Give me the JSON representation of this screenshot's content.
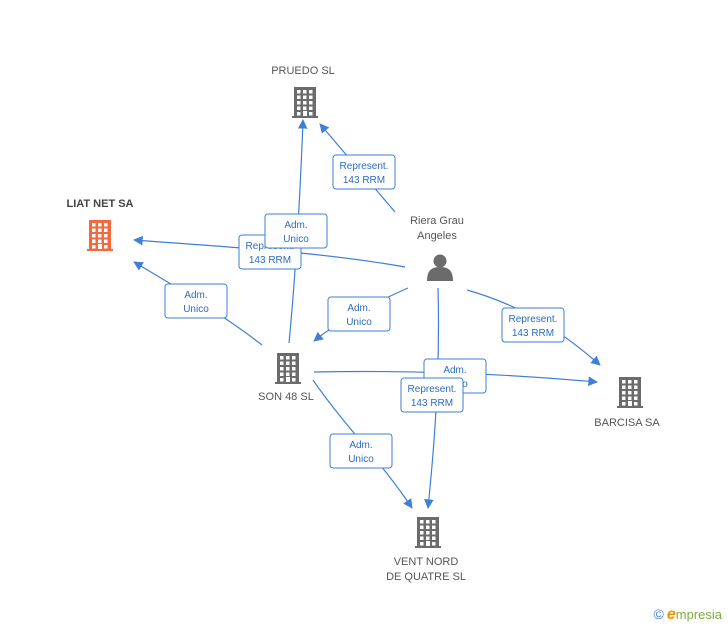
{
  "colors": {
    "edge": "#3f7fd6",
    "building_main": "#f26a3d",
    "building": "#6b6b6b",
    "person": "#6b6b6b"
  },
  "nodes": [
    {
      "id": "liat",
      "type": "building",
      "main": true,
      "label": [
        "LIAT NET SA"
      ]
    },
    {
      "id": "pruedo",
      "type": "building",
      "label": [
        "PRUEDO SL"
      ]
    },
    {
      "id": "riera",
      "type": "person",
      "label": [
        "Riera Grau",
        "Angeles"
      ]
    },
    {
      "id": "son48",
      "type": "building",
      "label": [
        "SON 48 SL"
      ]
    },
    {
      "id": "barcisa",
      "type": "building",
      "label": [
        "BARCISA SA"
      ]
    },
    {
      "id": "vent",
      "type": "building",
      "label": [
        "VENT NORD",
        "DE QUATRE SL"
      ]
    }
  ],
  "edges": [
    {
      "from": "riera",
      "to": "pruedo",
      "label": [
        "Represent.",
        "143 RRM"
      ]
    },
    {
      "from": "riera",
      "to": "liat",
      "label": [
        "Represent.",
        "143 RRM"
      ]
    },
    {
      "from": "son48",
      "to": "pruedo",
      "label": [
        "Adm.",
        "Unico"
      ]
    },
    {
      "from": "son48",
      "to": "liat",
      "label": [
        "Adm.",
        "Unico"
      ]
    },
    {
      "from": "riera",
      "to": "son48",
      "label": [
        "Adm.",
        "Unico"
      ]
    },
    {
      "from": "riera",
      "to": "barcisa",
      "label": [
        "Represent.",
        "143 RRM"
      ]
    },
    {
      "from": "son48",
      "to": "barcisa",
      "label": [
        "Adm.",
        "Unico"
      ]
    },
    {
      "from": "riera",
      "to": "vent",
      "label": [
        "Represent.",
        "143 RRM"
      ]
    },
    {
      "from": "son48",
      "to": "vent",
      "label": [
        "Adm.",
        "Unico"
      ]
    }
  ],
  "footer": {
    "copyright_symbol": "©",
    "brand_initial": "e",
    "brand_rest": "mpresia"
  }
}
